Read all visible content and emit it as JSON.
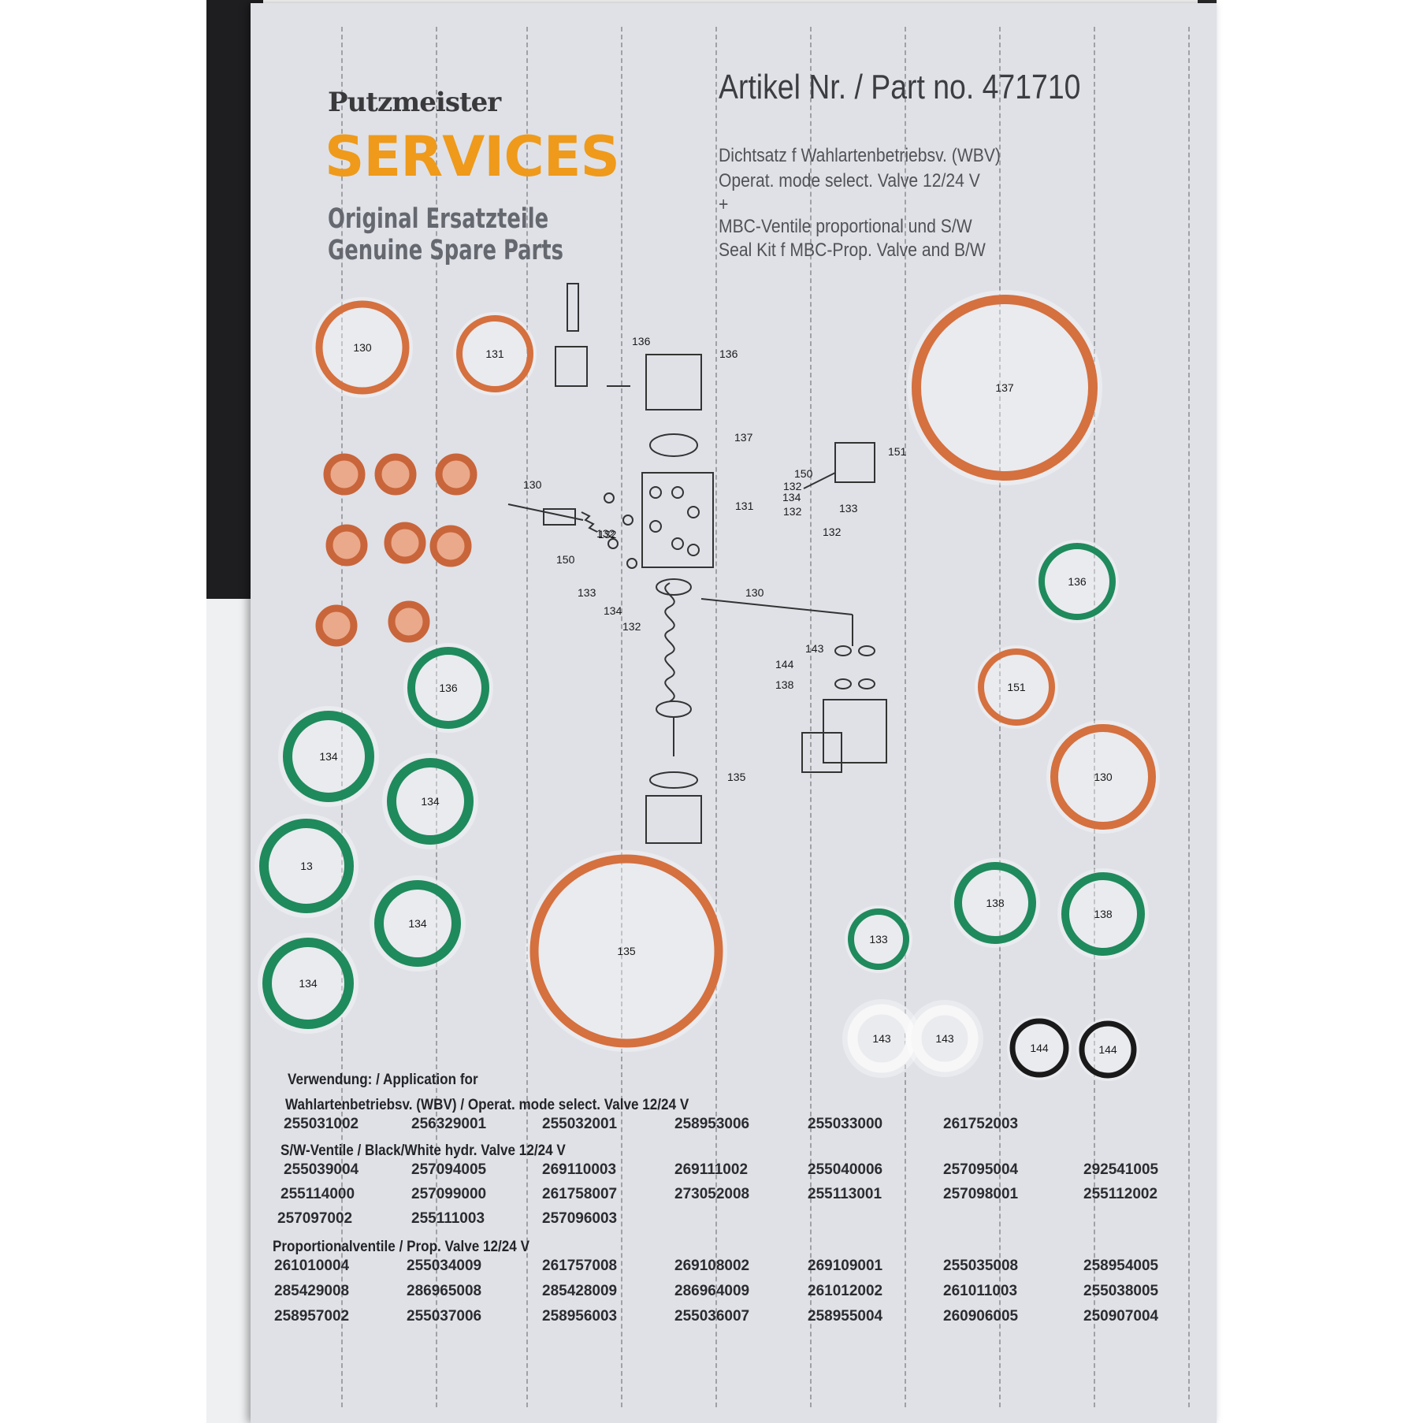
{
  "brand": {
    "logo": "Putzmeister",
    "services": "SERVICES",
    "line1": "Original Ersatzteile",
    "line2": "Genuine Spare Parts"
  },
  "part": {
    "number_label": "Artikel Nr. / Part no. 471710",
    "desc": [
      "Dichtsatz f Wahlartenbetriebsv. (WBV)",
      "Operat. mode select. Valve 12/24 V",
      "+",
      "MBC-Ventile proportional und S/W",
      "Seal Kit f MBC-Prop. Valve and B/W"
    ]
  },
  "rings": [
    {
      "label": "130",
      "color": "#d5703f"
    },
    {
      "label": "131",
      "color": "#d5703f"
    },
    {
      "label": "137",
      "color": "#d5703f"
    },
    {
      "label": "136",
      "color": "#1f8a5c"
    },
    {
      "label": "151",
      "color": "#d5703f"
    },
    {
      "label": "130",
      "color": "#d5703f"
    },
    {
      "label": "136",
      "color": "#1f8a5c"
    },
    {
      "label": "134",
      "color": "#1f8a5c"
    },
    {
      "label": "134",
      "color": "#1f8a5c"
    },
    {
      "label": "13",
      "color": "#1f8a5c"
    },
    {
      "label": "134",
      "color": "#1f8a5c"
    },
    {
      "label": "134",
      "color": "#1f8a5c"
    },
    {
      "label": "135",
      "color": "#d5703f"
    },
    {
      "label": "133",
      "color": "#1f8a5c"
    },
    {
      "label": "138",
      "color": "#1f8a5c"
    },
    {
      "label": "138",
      "color": "#1f8a5c"
    },
    {
      "label": "143",
      "color": "#ffffff"
    },
    {
      "label": "143",
      "color": "#ffffff"
    },
    {
      "label": "144",
      "color": "#1a1a1a"
    },
    {
      "label": "144",
      "color": "#1a1a1a"
    }
  ],
  "diagram_labels": [
    "136",
    "136",
    "137",
    "130",
    "131",
    "132",
    "150",
    "133",
    "134",
    "132",
    "132",
    "130",
    "150",
    "132",
    "134",
    "132",
    "133",
    "132",
    "151",
    "143",
    "144",
    "138",
    "135"
  ],
  "application": {
    "title": "Verwendung: / Application for",
    "wbv_title": "Wahlartenbetriebsv. (WBV) / Operat. mode select. Valve 12/24 V",
    "wbv_numbers": [
      "255031002",
      "256329001",
      "255032001",
      "258953006",
      "255033000",
      "261752003"
    ],
    "sw_title": "S/W-Ventile / Black/White hydr. Valve 12/24 V",
    "sw_rows": [
      [
        "255039004",
        "257094005",
        "269110003",
        "269111002",
        "255040006",
        "257095004",
        "292541005"
      ],
      [
        "255114000",
        "257099000",
        "261758007",
        "273052008",
        "255113001",
        "257098001",
        "255112002"
      ],
      [
        "257097002",
        "255111003",
        "257096003"
      ]
    ],
    "prop_title": "Proportionalventile / Prop. Valve 12/24 V",
    "prop_rows": [
      [
        "261010004",
        "255034009",
        "261757008",
        "269108002",
        "269109001",
        "255035008",
        "258954005"
      ],
      [
        "285429008",
        "286965008",
        "285428009",
        "286964009",
        "261012002",
        "261011003",
        "255038005"
      ],
      [
        "258957002",
        "255037006",
        "258956003",
        "255036007",
        "258955004",
        "260906005",
        "250907004"
      ]
    ]
  },
  "colors": {
    "card": "#dfe1e7",
    "orange_ring": "#d5703f",
    "green_ring": "#1f8a5c",
    "services_orange": "#ef9a1a"
  }
}
